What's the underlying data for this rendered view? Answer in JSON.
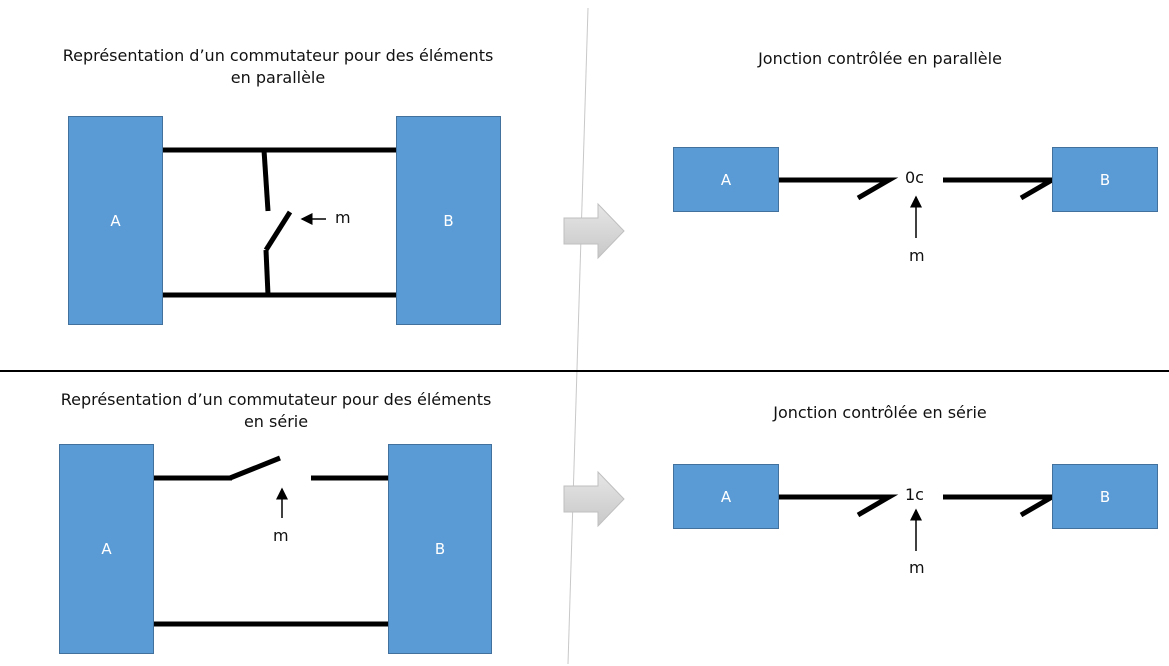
{
  "top_left": {
    "title_line1": "Représentation d’un commutateur pour des éléments",
    "title_line2": "en parallèle",
    "box_a": "A",
    "box_b": "B",
    "control_label": "m"
  },
  "top_right": {
    "title": "Jonction contrôlée en parallèle",
    "box_a": "A",
    "box_b": "B",
    "junction_label": "0c",
    "control_label": "m"
  },
  "bottom_left": {
    "title_line1": "Représentation d’un commutateur pour des éléments",
    "title_line2": "en série",
    "box_a": "A",
    "box_b": "B",
    "control_label": "m"
  },
  "bottom_right": {
    "title": "Jonction contrôlée en série",
    "box_a": "A",
    "box_b": "B",
    "junction_label": "1c",
    "control_label": "m"
  },
  "colors": {
    "box_fill": "#5b9bd5",
    "box_border": "#41719c",
    "arrow_fill": "#d9d9d9"
  }
}
